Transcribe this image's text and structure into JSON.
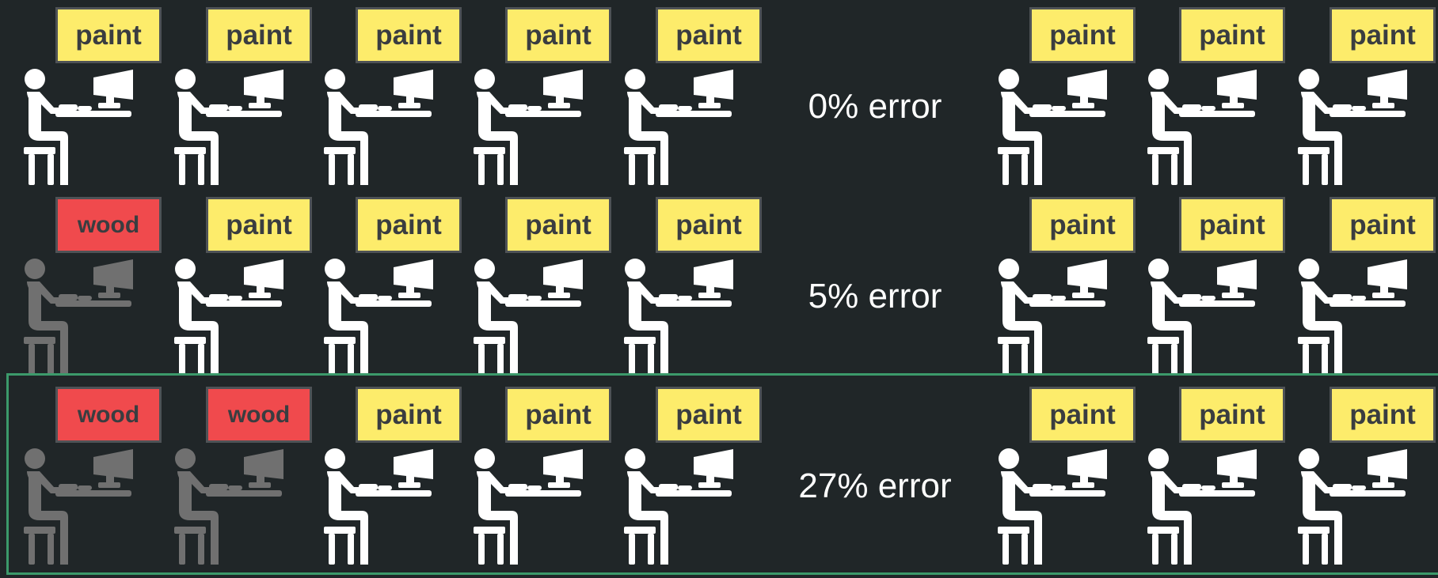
{
  "rows": [
    {
      "error_text": "0% error",
      "workers": [
        {
          "label": "paint",
          "status": "ok"
        },
        {
          "label": "paint",
          "status": "ok"
        },
        {
          "label": "paint",
          "status": "ok"
        },
        {
          "label": "paint",
          "status": "ok"
        },
        {
          "label": "paint",
          "status": "ok"
        },
        {
          "label": "paint",
          "status": "ok"
        },
        {
          "label": "paint",
          "status": "ok"
        },
        {
          "label": "paint",
          "status": "ok"
        }
      ]
    },
    {
      "error_text": "5% error",
      "workers": [
        {
          "label": "wood",
          "status": "error"
        },
        {
          "label": "paint",
          "status": "ok"
        },
        {
          "label": "paint",
          "status": "ok"
        },
        {
          "label": "paint",
          "status": "ok"
        },
        {
          "label": "paint",
          "status": "ok"
        },
        {
          "label": "paint",
          "status": "ok"
        },
        {
          "label": "paint",
          "status": "ok"
        },
        {
          "label": "paint",
          "status": "ok"
        }
      ]
    },
    {
      "error_text": "27% error",
      "highlighted": true,
      "workers": [
        {
          "label": "wood",
          "status": "error"
        },
        {
          "label": "wood",
          "status": "error"
        },
        {
          "label": "paint",
          "status": "ok"
        },
        {
          "label": "paint",
          "status": "ok"
        },
        {
          "label": "paint",
          "status": "ok"
        },
        {
          "label": "paint",
          "status": "ok"
        },
        {
          "label": "paint",
          "status": "ok"
        },
        {
          "label": "paint",
          "status": "ok"
        }
      ]
    }
  ],
  "colors": {
    "background": "#202628",
    "paint_label": "#fdec6b",
    "wood_label": "#f04a4d",
    "ok_figure": "#ffffff",
    "error_figure": "#707070",
    "highlight_border": "#3c9a6b"
  },
  "icons": {
    "worker": "person-at-computer-icon"
  }
}
